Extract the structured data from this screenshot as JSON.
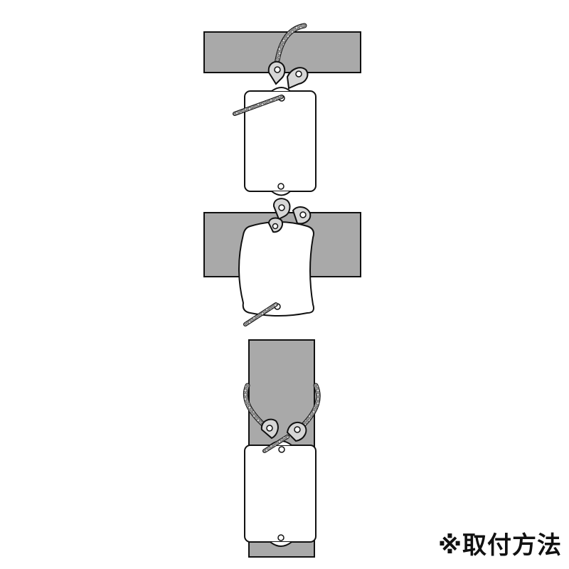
{
  "caption": "※取付方法",
  "colors": {
    "beam_fill": "#a9a9a9",
    "outline": "#111111",
    "tag_fill": "#ffffff",
    "cable_fill": "#a8a8a8"
  },
  "steps": [
    {
      "name": "step-1-horizontal-beam-hanging"
    },
    {
      "name": "step-2-horizontal-beam-wrapped"
    },
    {
      "name": "step-3-vertical-pole"
    }
  ]
}
